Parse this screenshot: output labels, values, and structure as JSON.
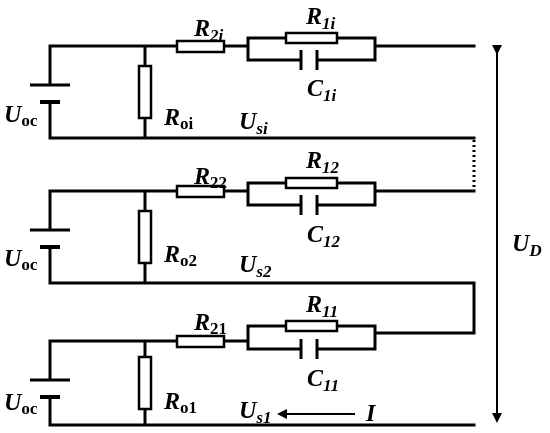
{
  "cells": [
    {
      "id": "i",
      "uoc": {
        "main": "U",
        "sub": "oc"
      },
      "ro": {
        "main": "R",
        "sub": "oi"
      },
      "r2": {
        "main": "R",
        "sub": "2i"
      },
      "r1": {
        "main": "R",
        "sub": "1i"
      },
      "c1": {
        "main": "C",
        "sub": "1i"
      },
      "us": {
        "main": "U",
        "sub": "si"
      }
    },
    {
      "id": "2",
      "uoc": {
        "main": "U",
        "sub": "oc"
      },
      "ro": {
        "main": "R",
        "sub": "o2"
      },
      "r2": {
        "main": "R",
        "sub": "22"
      },
      "r1": {
        "main": "R",
        "sub": "12"
      },
      "c1": {
        "main": "C",
        "sub": "12"
      },
      "us": {
        "main": "U",
        "sub": "s2"
      }
    },
    {
      "id": "1",
      "uoc": {
        "main": "U",
        "sub": "oc"
      },
      "ro": {
        "main": "R",
        "sub": "o1"
      },
      "r2": {
        "main": "R",
        "sub": "21"
      },
      "r1": {
        "main": "R",
        "sub": "11"
      },
      "c1": {
        "main": "C",
        "sub": "11"
      },
      "us": {
        "main": "U",
        "sub": "s1"
      }
    }
  ],
  "ud": {
    "main": "U",
    "sub": "D"
  },
  "current": "I"
}
